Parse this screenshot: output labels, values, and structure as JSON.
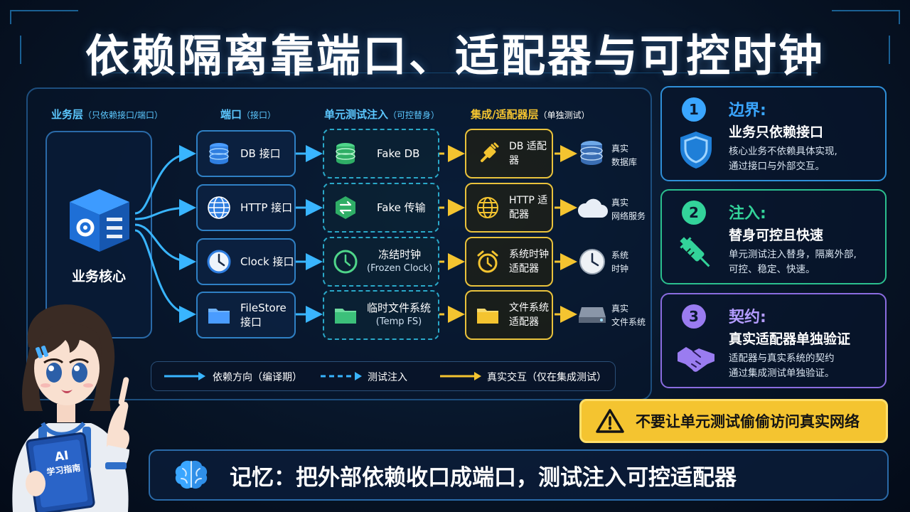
{
  "title": "依赖隔离靠端口、适配器与可控时钟",
  "columns": {
    "business": {
      "label": "业务层",
      "sub": "（只依赖接口/端口）"
    },
    "port": {
      "label": "端口",
      "sub": "（接口）"
    },
    "unit": {
      "label": "单元测试注入",
      "sub": "（可控替身）"
    },
    "adapter": {
      "label": "集成/适配器层",
      "sub": "（单独测试）"
    }
  },
  "core": {
    "label": "业务核心"
  },
  "rows": [
    {
      "port": "DB 接口",
      "fake": "Fake DB",
      "fake_sub": "",
      "adapter": "DB 适配器",
      "adapter2": "",
      "real": "真实",
      "real2": "数据库"
    },
    {
      "port": "HTTP 接口",
      "fake": "Fake 传输",
      "fake_sub": "",
      "adapter": "HTTP 适配器",
      "adapter2": "",
      "real": "真实",
      "real2": "网络服务"
    },
    {
      "port": "Clock 接口",
      "fake": "冻结时钟",
      "fake_sub": "(Frozen Clock)",
      "adapter": "系统时钟",
      "adapter2": "适配器",
      "real": "系统",
      "real2": "时钟"
    },
    {
      "port": "FileStore",
      "port2": "接口",
      "fake": "临时文件系统",
      "fake_sub": "(Temp FS)",
      "adapter": "文件系统",
      "adapter2": "适配器",
      "real": "真实",
      "real2": "文件系统"
    }
  ],
  "legend": {
    "solid": "依赖方向（编译期）",
    "dashed": "测试注入",
    "yellow": "真实交互（仅在集成测试）"
  },
  "cards": [
    {
      "num": "1",
      "title": "边界:",
      "heading": "业务只依赖接口",
      "body1": "核心业务不依赖具体实现,",
      "body2": "通过接口与外部交互。",
      "color": "#2f8fd8",
      "icon": "shield-icon"
    },
    {
      "num": "2",
      "title": "注入:",
      "heading": "替身可控且快速",
      "body1": "单元测试注入替身，隔离外部,",
      "body2": "可控、稳定、快速。",
      "color": "#2bbf8e",
      "icon": "syringe-icon"
    },
    {
      "num": "3",
      "title": "契约:",
      "heading": "真实适配器单独验证",
      "body1": "适配器与真实系统的契约",
      "body2": "通过集成测试单独验证。",
      "color": "#8a6ce0",
      "icon": "handshake-icon"
    }
  ],
  "warning": "不要让单元测试偷偷访问真实网络",
  "memory": "记忆：把外部依赖收口成端口，测试注入可控适配器",
  "mascot": {
    "book_line1": "AI",
    "book_line2": "学习指南"
  },
  "colors": {
    "port_border": "#2f80c4",
    "fake_border": "#2aa8c8",
    "adapter_border": "#e9c23c",
    "arrow_blue": "#39b5ff",
    "arrow_yellow": "#f4c430"
  }
}
